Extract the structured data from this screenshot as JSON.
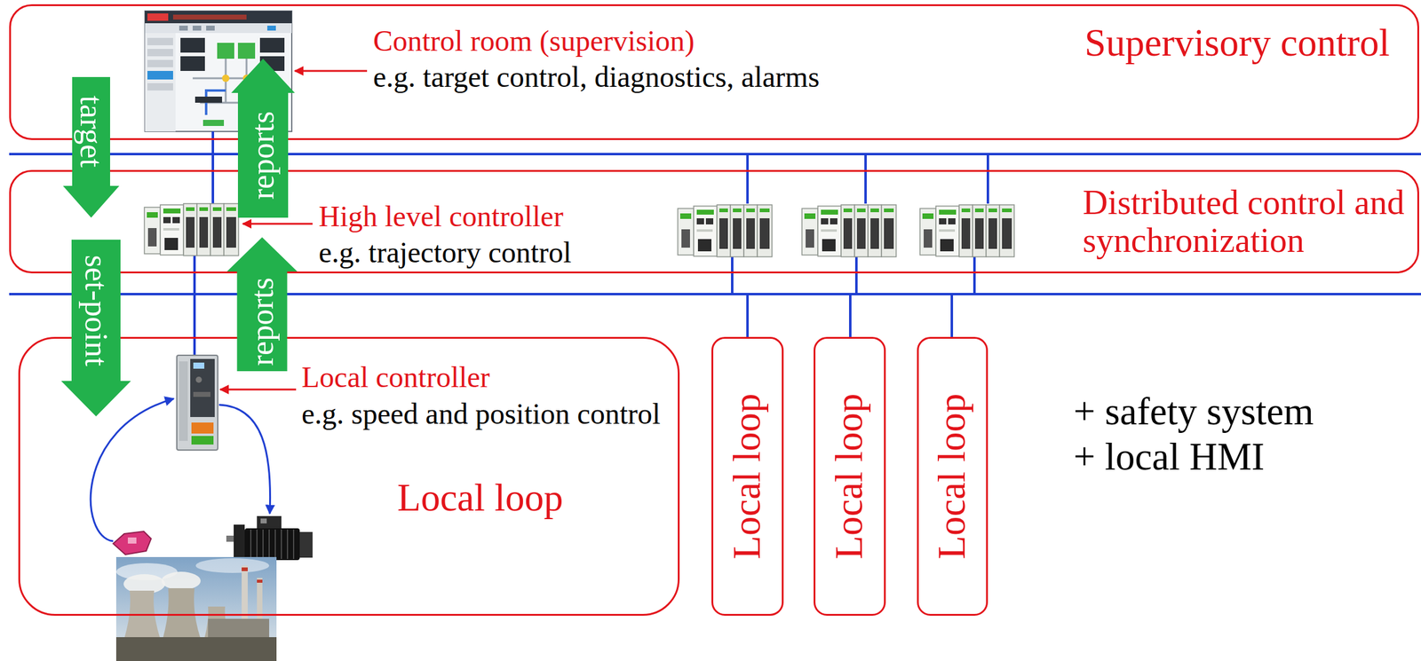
{
  "diagram": {
    "nodes": [
      {
        "text": [
          "Supervisory control"
        ]
      },
      {
        "text": [
          "Control room (supervision)",
          "e.g. target control, diagnostics, alarms"
        ],
        "in": 0
      },
      {
        "text": [
          "Distributed control and synchronization"
        ]
      },
      {
        "text": [
          "High level controller",
          "e.g. trajectory control"
        ],
        "in": 2
      },
      {
        "text": [
          "Local loop"
        ]
      },
      {
        "text": [
          "Local controller",
          "e.g. speed and position control"
        ],
        "in": 4
      },
      {
        "text": [
          "Local loop"
        ]
      },
      {
        "text": [
          "Local loop"
        ]
      },
      {
        "text": [
          "Local loop"
        ]
      },
      {
        "text": [
          "target"
        ]
      },
      {
        "text": [
          "reports"
        ]
      },
      {
        "text": [
          "set-point"
        ]
      },
      {
        "text": [
          "reports"
        ]
      }
    ],
    "edges": [
      {
        "from": 1,
        "to": 3,
        "arrow": "none"
      },
      {
        "from": 3,
        "to": 5,
        "arrow": "none"
      }
    ],
    "labels": [
      "+ safety system",
      "+ local HMI"
    ]
  }
}
